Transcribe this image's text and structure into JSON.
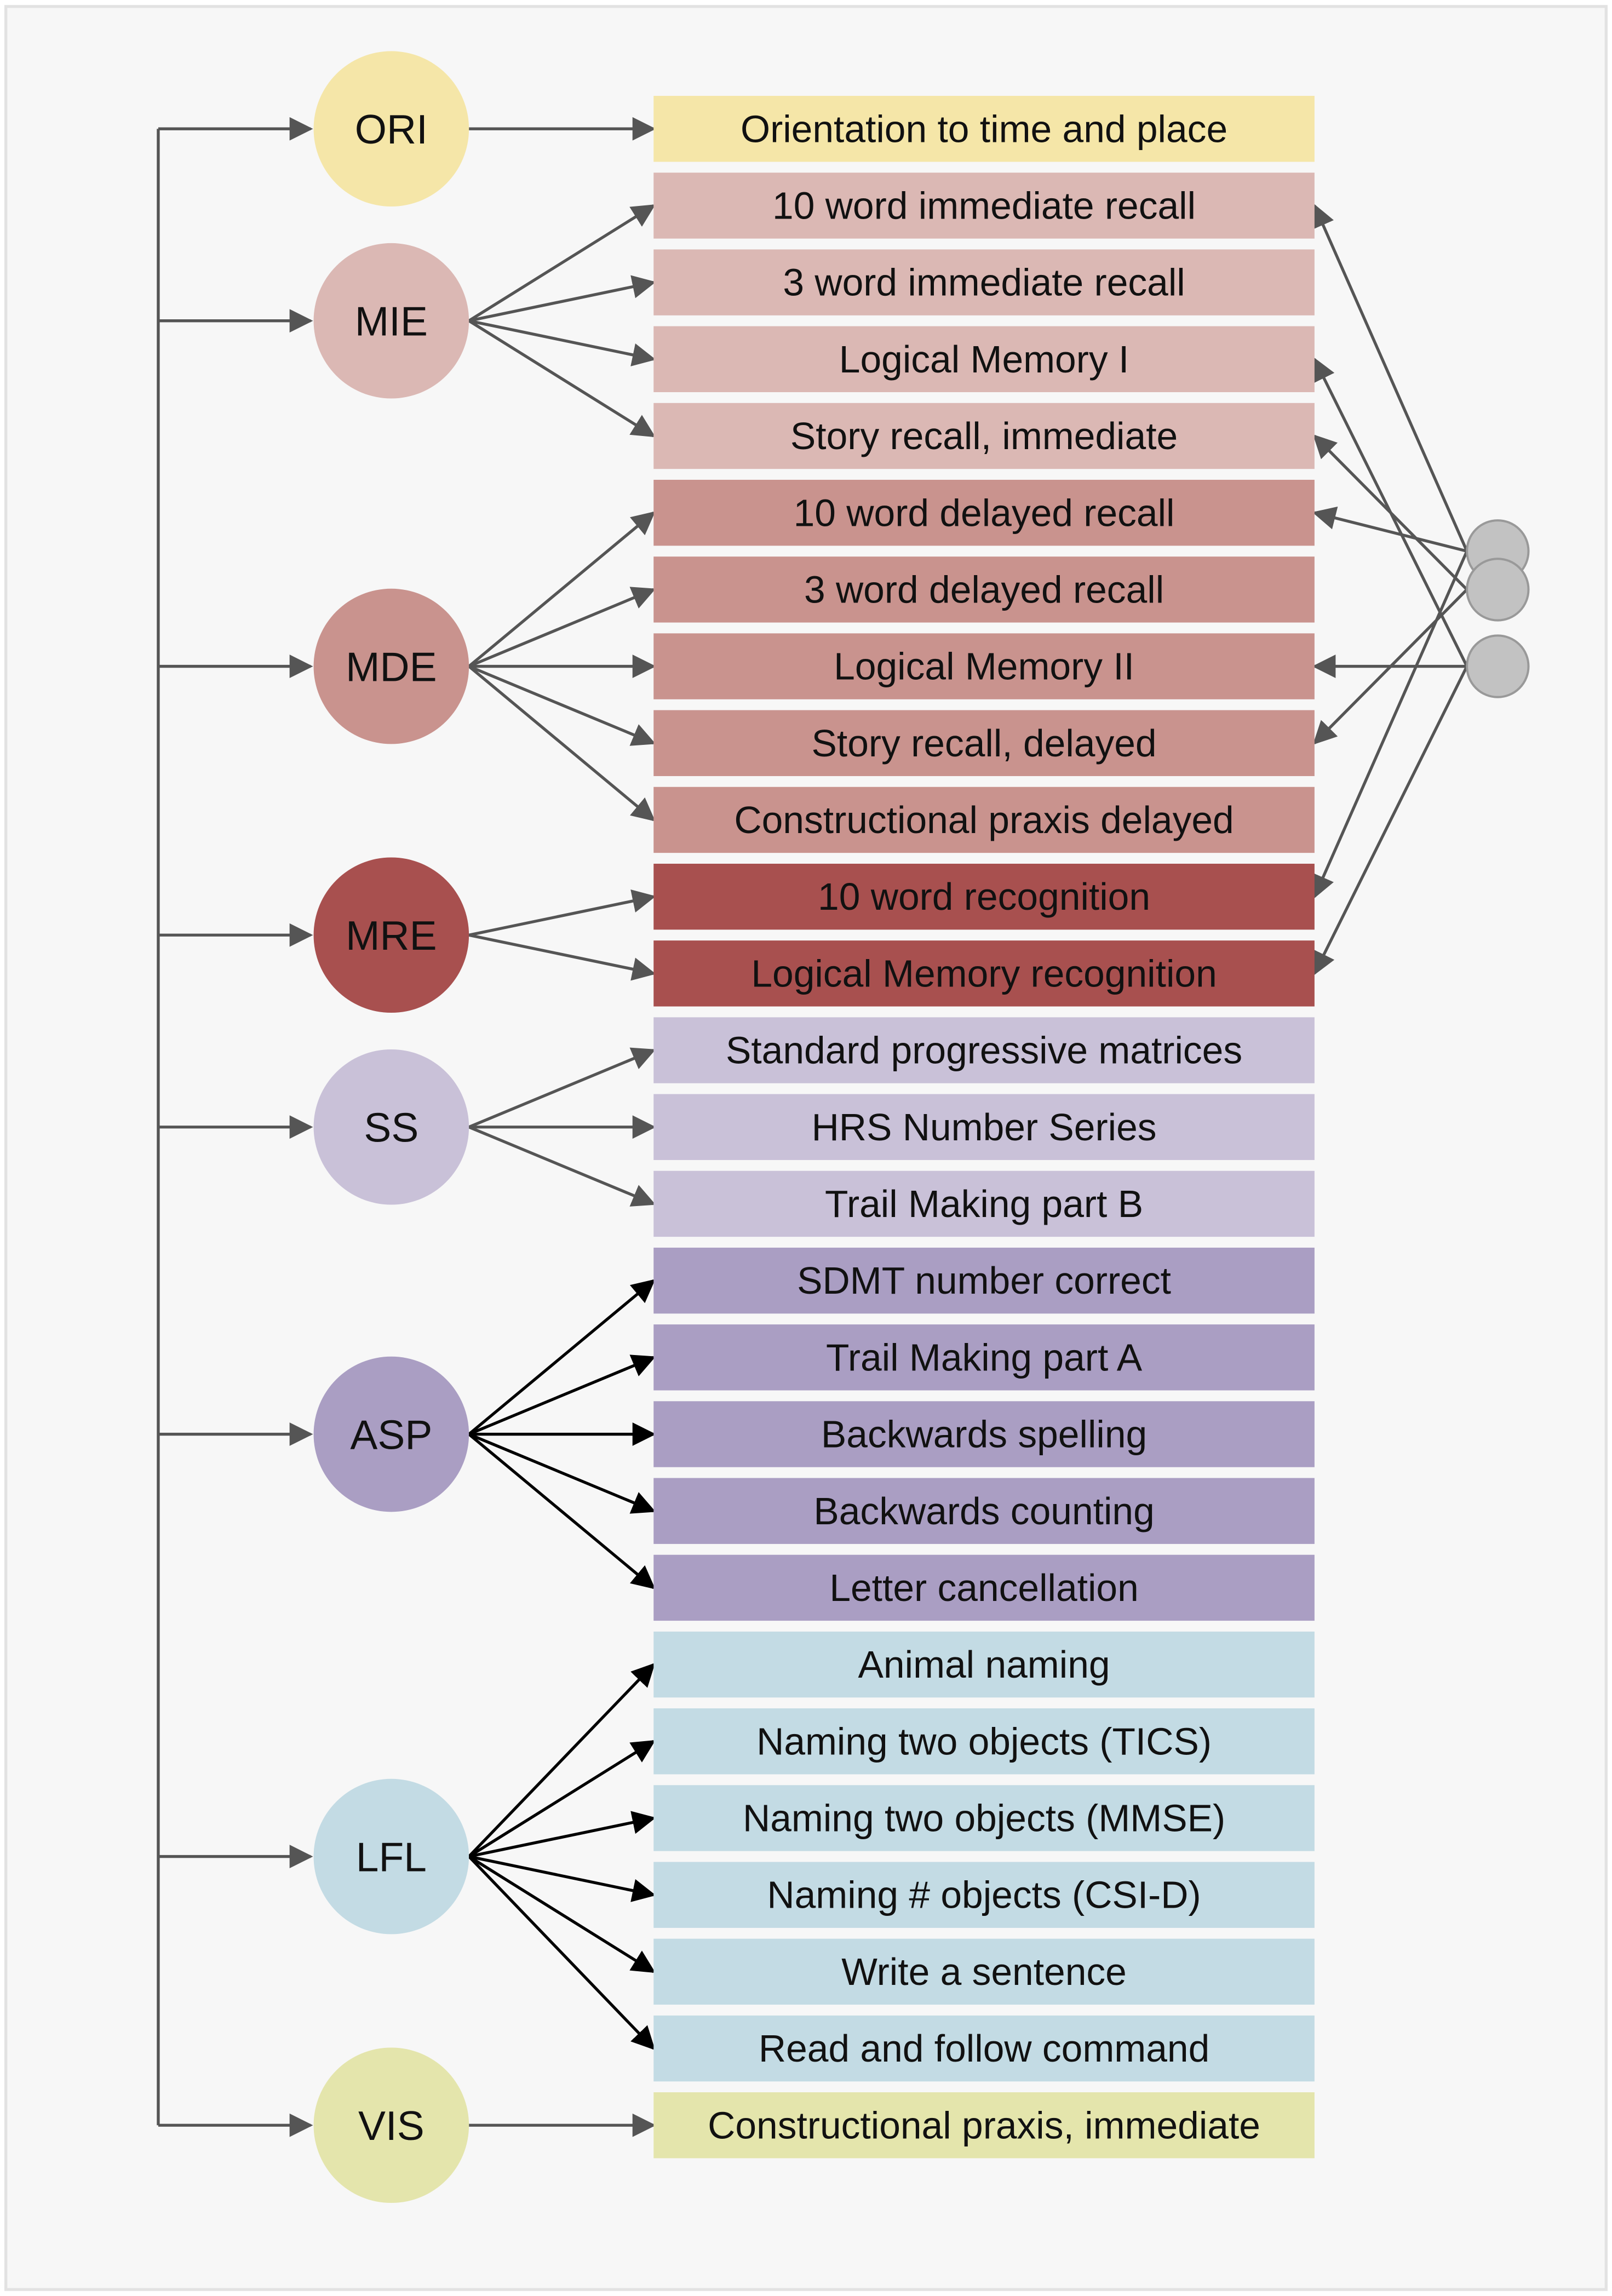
{
  "colors": {
    "background": "#f7f7f7",
    "border": "#e2e2e2",
    "edge_gray": "#555555",
    "edge_black": "#000000",
    "latent_node": "#c2c2c2",
    "latent_node_stroke": "#999999",
    "ORI": "#f5e6a8",
    "MIE": "#dbb8b4",
    "MDE": "#c9938e",
    "MRE": "#a8504f",
    "SS": "#c9c1d8",
    "ASP": "#aa9ec3",
    "LFL": "#c3dbe4",
    "VIS": "#e4e5ac"
  },
  "factors": [
    {
      "id": "ORI",
      "label": "ORI",
      "color": "#f5e6a8",
      "edge": "gray",
      "indicators": [
        0
      ]
    },
    {
      "id": "MIE",
      "label": "MIE",
      "color": "#dbb8b4",
      "edge": "gray",
      "indicators": [
        1,
        2,
        3,
        4
      ]
    },
    {
      "id": "MDE",
      "label": "MDE",
      "color": "#c9938e",
      "edge": "gray",
      "indicators": [
        5,
        6,
        7,
        8,
        9
      ]
    },
    {
      "id": "MRE",
      "label": "MRE",
      "color": "#a8504f",
      "edge": "gray",
      "indicators": [
        10,
        11
      ]
    },
    {
      "id": "SS",
      "label": "SS",
      "color": "#c9c1d8",
      "edge": "gray",
      "indicators": [
        12,
        13,
        14
      ]
    },
    {
      "id": "ASP",
      "label": "ASP",
      "color": "#aa9ec3",
      "edge": "black",
      "indicators": [
        15,
        16,
        17,
        18,
        19
      ]
    },
    {
      "id": "LFL",
      "label": "LFL",
      "color": "#c3dbe4",
      "edge": "black",
      "indicators": [
        20,
        21,
        22,
        23,
        24,
        25
      ]
    },
    {
      "id": "VIS",
      "label": "VIS",
      "color": "#e4e5ac",
      "edge": "gray",
      "indicators": [
        26
      ]
    }
  ],
  "indicators": [
    {
      "label": "Orientation to time and place",
      "color": "#f5e6a8"
    },
    {
      "label": "10 word immediate recall",
      "color": "#dbb8b4"
    },
    {
      "label": "3 word immediate recall",
      "color": "#dbb8b4"
    },
    {
      "label": "Logical Memory I",
      "color": "#dbb8b4"
    },
    {
      "label": "Story recall, immediate",
      "color": "#dbb8b4"
    },
    {
      "label": "10 word delayed recall",
      "color": "#c9938e"
    },
    {
      "label": "3 word delayed recall",
      "color": "#c9938e"
    },
    {
      "label": "Logical Memory II",
      "color": "#c9938e"
    },
    {
      "label": "Story recall, delayed",
      "color": "#c9938e"
    },
    {
      "label": "Constructional praxis delayed",
      "color": "#c9938e"
    },
    {
      "label": "10 word recognition",
      "color": "#a8504f"
    },
    {
      "label": "Logical Memory recognition",
      "color": "#a8504f"
    },
    {
      "label": "Standard progressive matrices",
      "color": "#c9c1d8"
    },
    {
      "label": "HRS Number Series",
      "color": "#c9c1d8"
    },
    {
      "label": "Trail Making part B",
      "color": "#c9c1d8"
    },
    {
      "label": "SDMT number correct",
      "color": "#aa9ec3"
    },
    {
      "label": "Trail Making part A",
      "color": "#aa9ec3"
    },
    {
      "label": "Backwards spelling",
      "color": "#aa9ec3"
    },
    {
      "label": "Backwards counting",
      "color": "#aa9ec3"
    },
    {
      "label": "Letter cancellation",
      "color": "#aa9ec3"
    },
    {
      "label": "Animal naming",
      "color": "#c3dbe4"
    },
    {
      "label": "Naming two objects (TICS)",
      "color": "#c3dbe4"
    },
    {
      "label": "Naming two objects (MMSE)",
      "color": "#c3dbe4"
    },
    {
      "label": "Naming # objects (CSI-D)",
      "color": "#c3dbe4"
    },
    {
      "label": "Write a sentence",
      "color": "#c3dbe4"
    },
    {
      "label": "Read and follow command",
      "color": "#c3dbe4"
    },
    {
      "label": "Constructional praxis, immediate",
      "color": "#e4e5ac"
    }
  ],
  "method_factors": [
    {
      "id": "method-1",
      "targets": [
        1,
        5,
        10
      ]
    },
    {
      "id": "method-2",
      "targets": [
        4,
        8
      ]
    },
    {
      "id": "method-3",
      "targets": [
        3,
        7,
        11
      ]
    }
  ]
}
